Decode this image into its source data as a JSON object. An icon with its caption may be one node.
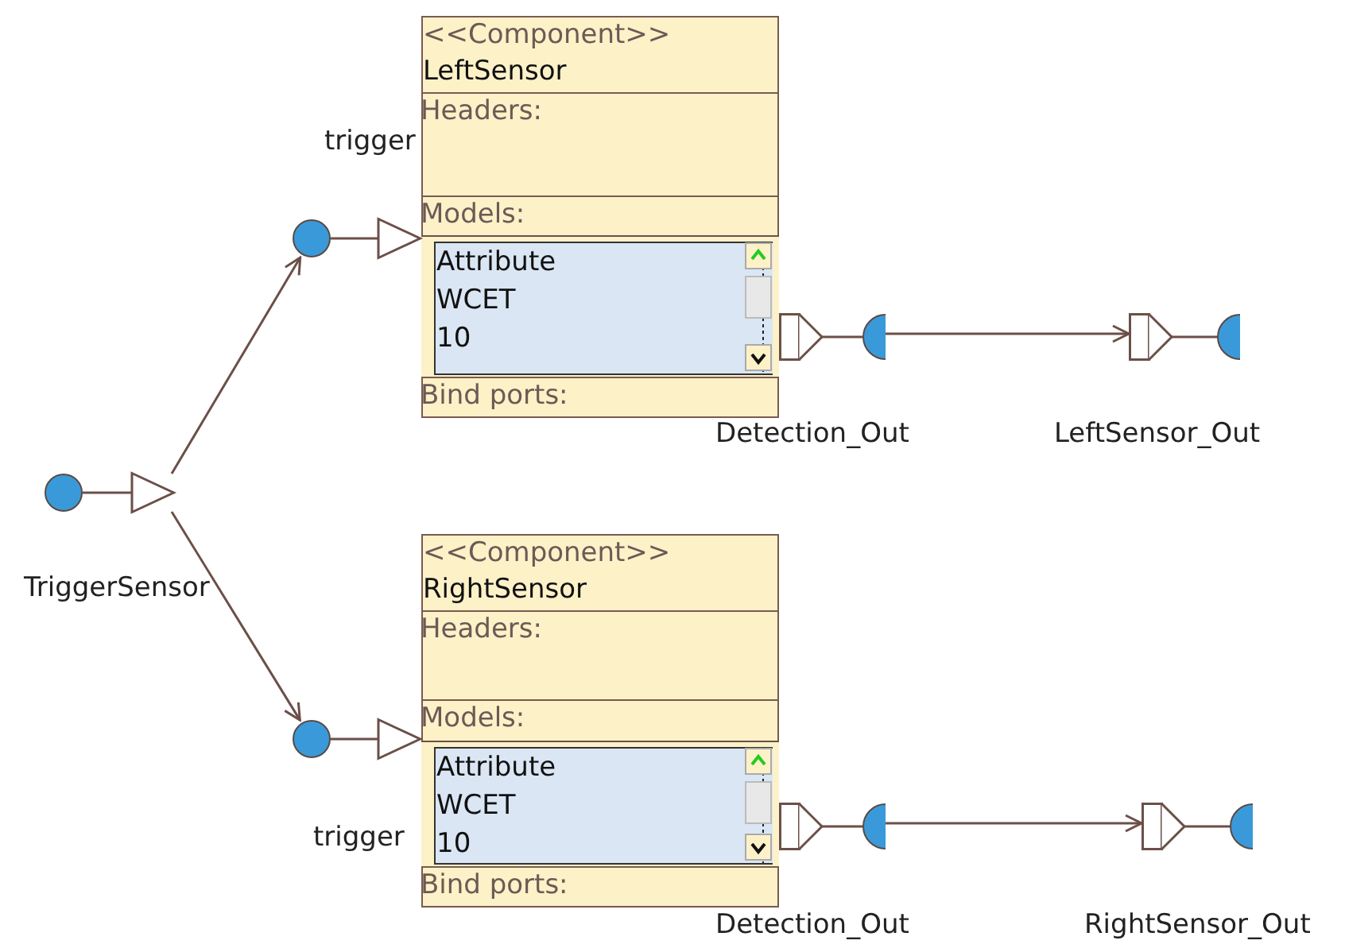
{
  "diagram": {
    "nodes": [
      {
        "text": [
          "TriggerSensor"
        ]
      },
      {
        "text": [
          "<<Component>>",
          "LeftSensor"
        ]
      },
      {
        "text": [
          "Headers:"
        ],
        "in": 1
      },
      {
        "text": [
          "Models:"
        ],
        "in": 1
      },
      {
        "text": [
          "Attribute",
          "WCET",
          "10"
        ],
        "in": 1
      },
      {
        "text": [
          "Bind ports:"
        ],
        "in": 1
      },
      {
        "text": [
          "trigger"
        ]
      },
      {
        "text": [
          "Detection_Out"
        ]
      },
      {
        "text": [
          "LeftSensor_Out"
        ]
      },
      {
        "text": [
          "<<Component>>",
          "RightSensor"
        ]
      },
      {
        "text": [
          "Headers:"
        ],
        "in": 9
      },
      {
        "text": [
          "Models:"
        ],
        "in": 9
      },
      {
        "text": [
          "Attribute",
          "WCET",
          "10"
        ],
        "in": 9
      },
      {
        "text": [
          "Bind ports:"
        ],
        "in": 9
      },
      {
        "text": [
          "trigger"
        ]
      },
      {
        "text": [
          "Detection_Out"
        ]
      },
      {
        "text": [
          "RightSensor_Out"
        ]
      }
    ],
    "edges": [
      {
        "from": 0,
        "to": 6,
        "arrow": "to"
      },
      {
        "from": 0,
        "to": 14,
        "arrow": "to"
      },
      {
        "from": 7,
        "to": 8,
        "arrow": "to"
      },
      {
        "from": 15,
        "to": 16,
        "arrow": "to"
      }
    ]
  }
}
